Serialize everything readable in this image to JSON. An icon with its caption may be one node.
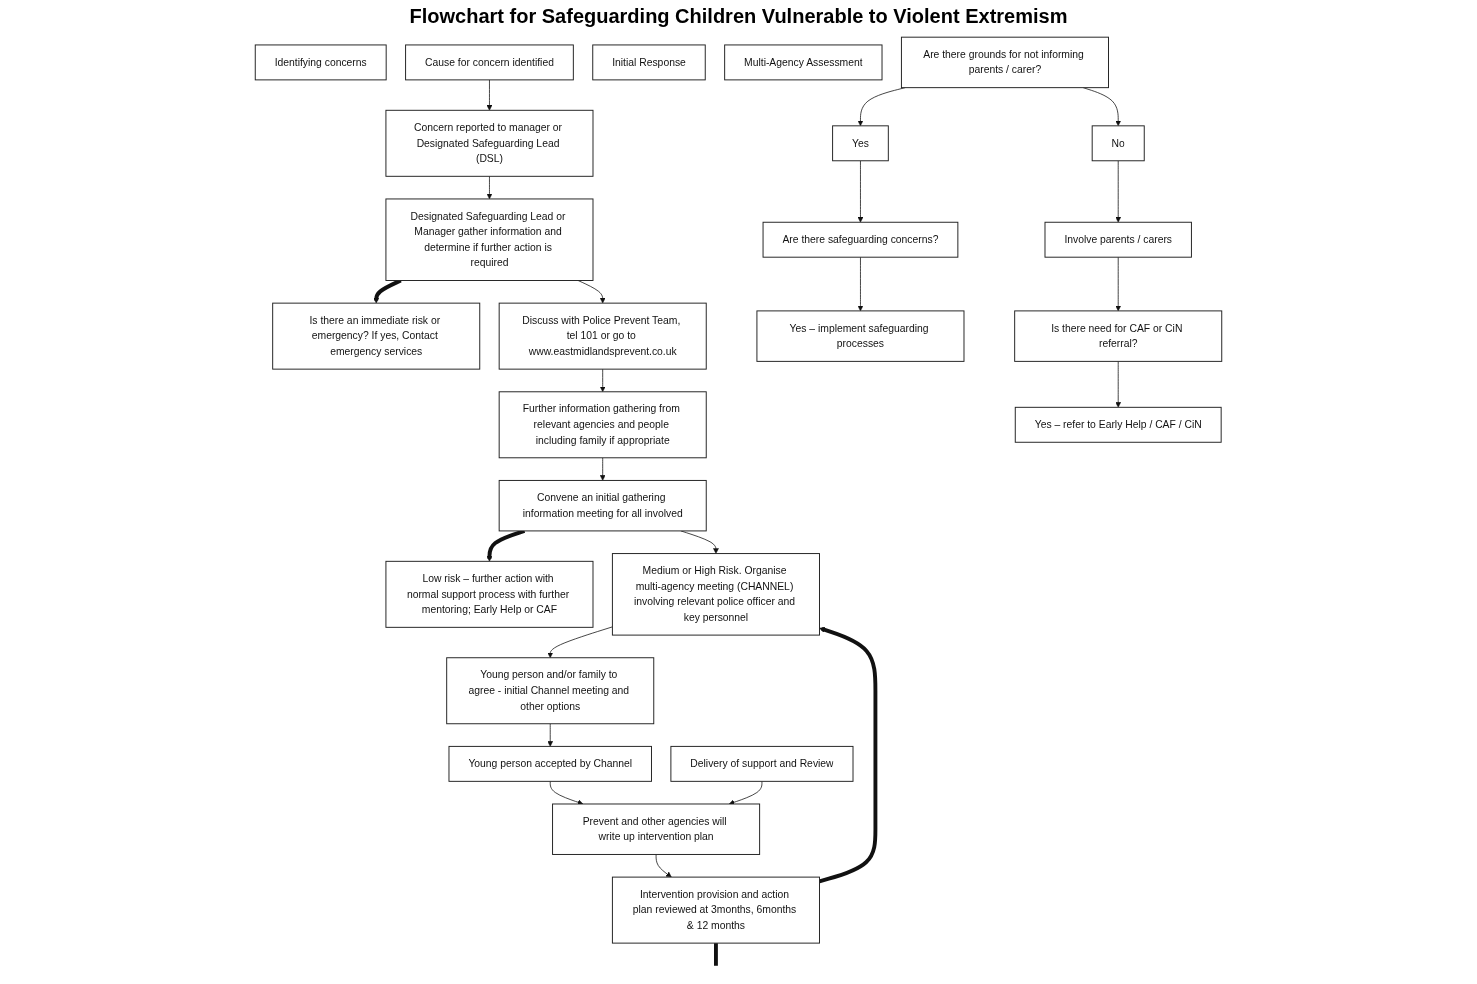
{
  "diagram": {
    "title": "Flowchart for Safeguarding Children Vulnerable to Violent Extremism",
    "nodes": [
      {
        "text": [
          "Identifying concerns"
        ]
      },
      {
        "text": [
          "Cause for concern identified"
        ]
      },
      {
        "text": [
          "Is there an immediate risk or emergency? If yes, Contact emergency services"
        ]
      },
      {
        "text": [
          "Initial Response"
        ]
      },
      {
        "text": [
          "Concern reported to manager or Designated Safeguarding Lead (DSL)"
        ]
      },
      {
        "text": [
          "Designated Safeguarding Lead or Manager gather information and determine if further action is required"
        ]
      },
      {
        "text": [
          "Discuss with Police Prevent Team, tel 101 or go to www.eastmidlandsprevent.co.uk"
        ]
      },
      {
        "text": [
          "Further information gathering from relevant agencies and people including family if appropriate"
        ]
      },
      {
        "text": [
          "Convene an initial gathering information meeting for all involved"
        ]
      },
      {
        "text": [
          "Low risk – further action with normal support process with further mentoring; Early Help or CAF"
        ]
      },
      {
        "text": [
          "Multi-Agency Assessment"
        ]
      },
      {
        "text": [
          "Medium or High Risk. Organise multi-agency meeting (CHANNEL) involving relevant police officer and key personnel"
        ]
      },
      {
        "text": [
          "Are there grounds for not informing parents / carer?"
        ]
      },
      {
        "text": [
          "Yes"
        ]
      },
      {
        "text": [
          "Are there safeguarding concerns?"
        ]
      },
      {
        "text": [
          "Yes – implement safeguarding processes"
        ]
      },
      {
        "text": [
          "No"
        ]
      },
      {
        "text": [
          "Involve parents / carers"
        ]
      },
      {
        "text": [
          "Is there need for CAF or CiN referral?"
        ]
      },
      {
        "text": [
          "Yes – refer to Early Help / CAF / CiN"
        ]
      },
      {
        "text": [
          "Young person and/or family to agree - initial Channel meeting and other options"
        ]
      },
      {
        "text": [
          "Young person accepted by Channel"
        ]
      },
      {
        "text": [
          "Delivery of support and Review"
        ]
      },
      {
        "text": [
          "Prevent and other agencies will write up intervention plan"
        ]
      },
      {
        "text": [
          "Intervention provision and action plan reviewed at 3months, 6months & 12 months"
        ]
      }
    ],
    "edges": [
      {
        "from": 1,
        "to": 4,
        "arrow": "to"
      },
      {
        "from": 4,
        "to": 5,
        "arrow": "to"
      },
      {
        "from": 5,
        "to": 6,
        "arrow": "to"
      },
      {
        "from": 5,
        "to": 2,
        "arrow": "to",
        "style": "thick"
      },
      {
        "from": 6,
        "to": 7,
        "arrow": "to"
      },
      {
        "from": 7,
        "to": 8,
        "arrow": "to"
      },
      {
        "from": 8,
        "to": 9,
        "arrow": "to",
        "style": "thick"
      },
      {
        "from": 8,
        "to": 11,
        "arrow": "to"
      },
      {
        "from": 11,
        "to": 20,
        "arrow": "to"
      },
      {
        "from": 20,
        "to": 21,
        "arrow": "to"
      },
      {
        "from": 21,
        "to": 23,
        "arrow": "to"
      },
      {
        "from": 22,
        "to": 23,
        "arrow": "to"
      },
      {
        "from": 23,
        "to": 24,
        "arrow": "to"
      },
      {
        "from": 24,
        "to": 11,
        "arrow": "to",
        "style": "thick"
      },
      {
        "from": 24,
        "to": null,
        "arrow": "none",
        "style": "thick"
      },
      {
        "from": 12,
        "to": 13,
        "arrow": "to"
      },
      {
        "from": 13,
        "to": 14,
        "arrow": "to"
      },
      {
        "from": 14,
        "to": 15,
        "arrow": "to"
      },
      {
        "from": 12,
        "to": 16,
        "arrow": "to"
      },
      {
        "from": 16,
        "to": 17,
        "arrow": "to"
      },
      {
        "from": 17,
        "to": 18,
        "arrow": "to"
      },
      {
        "from": 18,
        "to": 19,
        "arrow": "to"
      }
    ]
  }
}
